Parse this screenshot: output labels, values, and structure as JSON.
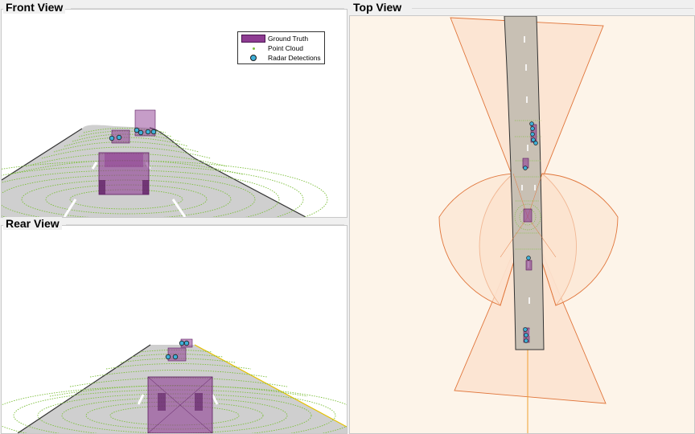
{
  "panels": {
    "front": {
      "title": "Front View"
    },
    "rear": {
      "title": "Rear View"
    },
    "top": {
      "title": "Top View"
    }
  },
  "legend": {
    "items": [
      {
        "label": "Ground Truth",
        "icon": "ground-truth-swatch"
      },
      {
        "label": "Point Cloud",
        "icon": "point-cloud-swatch"
      },
      {
        "label": "Radar Detections",
        "icon": "radar-detection-swatch"
      }
    ]
  },
  "colors": {
    "ground_truth": "#8e3c92",
    "point_cloud": "#7cbf3a",
    "radar_fill": "#3fb0d8",
    "road": "#c8c8c8",
    "coverage_fill": "#fbe2cf",
    "coverage_edge": "#e0753a",
    "background_top": "#fdf4e9"
  }
}
